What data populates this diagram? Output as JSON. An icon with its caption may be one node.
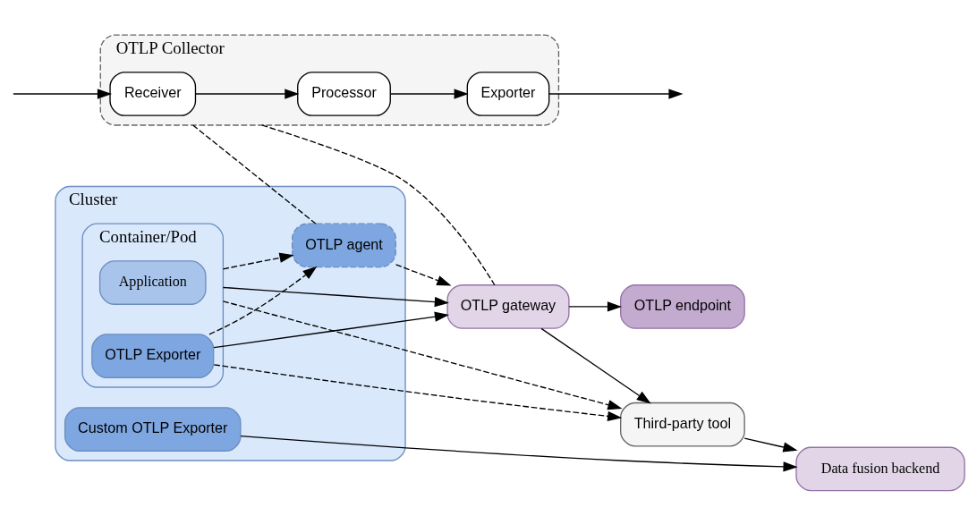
{
  "diagram": {
    "nodes": [
      {
        "text": [
          "OTLP Collector"
        ]
      },
      {
        "text": [
          "Receiver"
        ],
        "in": 0
      },
      {
        "text": [
          "Processor"
        ],
        "in": 0
      },
      {
        "text": [
          "Exporter"
        ],
        "in": 0
      },
      {
        "text": [
          "Cluster"
        ]
      },
      {
        "text": [
          "Container/Pod"
        ],
        "in": 4
      },
      {
        "text": [
          "Application"
        ],
        "in": 5
      },
      {
        "text": [
          "Custom OTLP Exporter"
        ],
        "in": 4
      },
      {
        "text": [
          "OTLP Exporter"
        ],
        "in": 5
      },
      {
        "text": [
          "OTLP agent"
        ],
        "in": 4
      },
      {
        "text": [
          "OTLP gateway"
        ]
      },
      {
        "text": [
          "Data fusion backend"
        ]
      },
      {
        "text": [
          "OTLP endpoint"
        ]
      },
      {
        "text": [
          "Third-party tool"
        ]
      }
    ],
    "edges": [
      {
        "from": null,
        "to": 1,
        "arrow": "to"
      },
      {
        "from": 1,
        "to": 2,
        "arrow": "to"
      },
      {
        "from": 2,
        "to": 3,
        "arrow": "to"
      },
      {
        "from": 3,
        "to": null,
        "arrow": "to"
      },
      {
        "from": 0,
        "to": 9,
        "arrow": "none",
        "style": "dashed"
      },
      {
        "from": 0,
        "to": 10,
        "arrow": "none",
        "style": "dashed"
      },
      {
        "from": 7,
        "to": 11,
        "arrow": "to"
      },
      {
        "from": 5,
        "to": 9,
        "arrow": "to",
        "style": "dashed"
      },
      {
        "from": 8,
        "to": 9,
        "arrow": "to",
        "style": "dashed"
      },
      {
        "from": 9,
        "to": 10,
        "arrow": "to",
        "style": "dashed"
      },
      {
        "from": 5,
        "to": 10,
        "arrow": "to"
      },
      {
        "from": 8,
        "to": 10,
        "arrow": "to"
      },
      {
        "from": 10,
        "to": 12,
        "arrow": "to"
      },
      {
        "from": 10,
        "to": 13,
        "arrow": "to"
      },
      {
        "from": 5,
        "to": 13,
        "arrow": "to",
        "style": "dashed"
      },
      {
        "from": 8,
        "to": 13,
        "arrow": "to",
        "style": "dashed"
      },
      {
        "from": 13,
        "to": 11,
        "arrow": "to"
      }
    ]
  }
}
